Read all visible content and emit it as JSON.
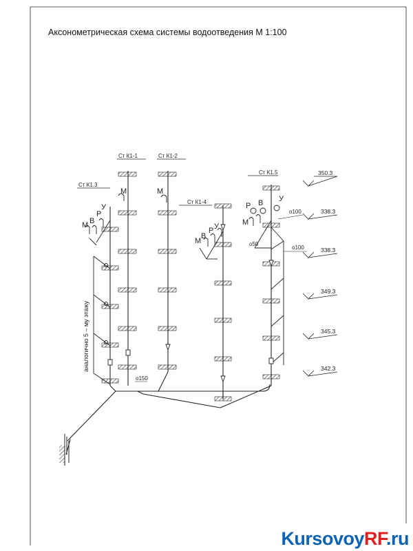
{
  "title": "Аксонометрическая схема системы водоотведения М 1:100",
  "risers": {
    "k1_1": "Ст К1-1",
    "k1_2": "Ст К1-2",
    "k1_3": "Ст К1.3",
    "k1_4": "Ст К1-4",
    "k1_5": "Ст К1.5"
  },
  "fixtures": {
    "m": "М",
    "v": "В",
    "r": "Р",
    "u": "У"
  },
  "pipes": {
    "d150": "о150",
    "d100a": "о100",
    "d100b": "о100",
    "d50": "о50"
  },
  "elevations": [
    "350.3",
    "338.3",
    "338.3",
    "349.3",
    "345.3",
    "342.3"
  ],
  "side_note": "аналогично 5 – му этажу",
  "watermark": {
    "part1": "Kursovoy",
    "part2": "RF",
    "part3": ".ru"
  }
}
